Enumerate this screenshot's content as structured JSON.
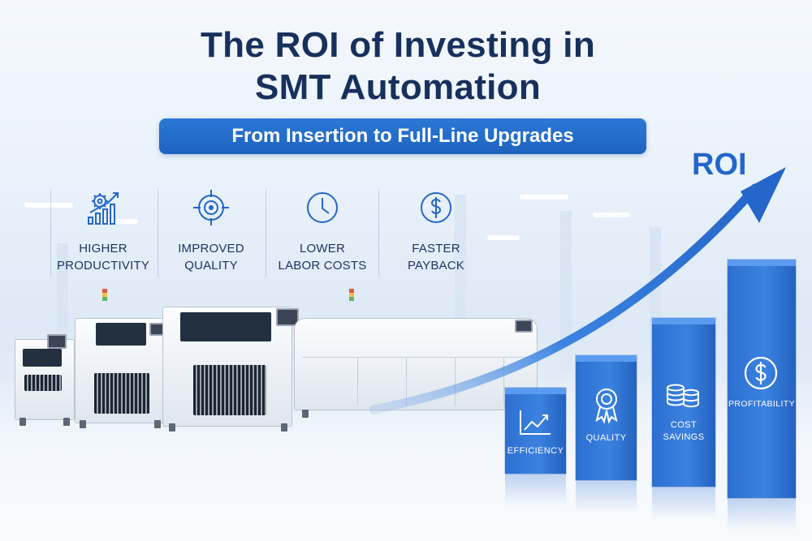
{
  "header": {
    "title_line1": "The ROI of Investing in",
    "title_line2": "SMT Automation",
    "subtitle": "From Insertion to Full-Line Upgrades"
  },
  "benefits": [
    {
      "line1": "HIGHER",
      "line2": "PRODUCTIVITY",
      "icon": "gear-growth-chart-icon"
    },
    {
      "line1": "IMPROVED",
      "line2": "QUALITY",
      "icon": "target-crosshair-icon"
    },
    {
      "line1": "LOWER",
      "line2": "LABOR COSTS",
      "icon": "clock-icon"
    },
    {
      "line1": "FASTER",
      "line2": "PAYBACK",
      "icon": "dollar-coin-icon"
    }
  ],
  "roi": {
    "label": "ROI",
    "bars": [
      {
        "label": "EFFICIENCY",
        "icon": "trend-chart-icon",
        "level": 1
      },
      {
        "label": "QUALITY",
        "icon": "award-medal-icon",
        "level": 2
      },
      {
        "label_line1": "COST",
        "label_line2": "SAVINGS",
        "icon": "coin-stack-icon",
        "level": 3
      },
      {
        "label": "PROFITABILITY",
        "icon": "dollar-coin-icon",
        "level": 4
      }
    ]
  },
  "colors": {
    "title": "#17305c",
    "accent_blue": "#2466c9",
    "pill": "#1e63bf",
    "bar": "#2c6fd0"
  }
}
